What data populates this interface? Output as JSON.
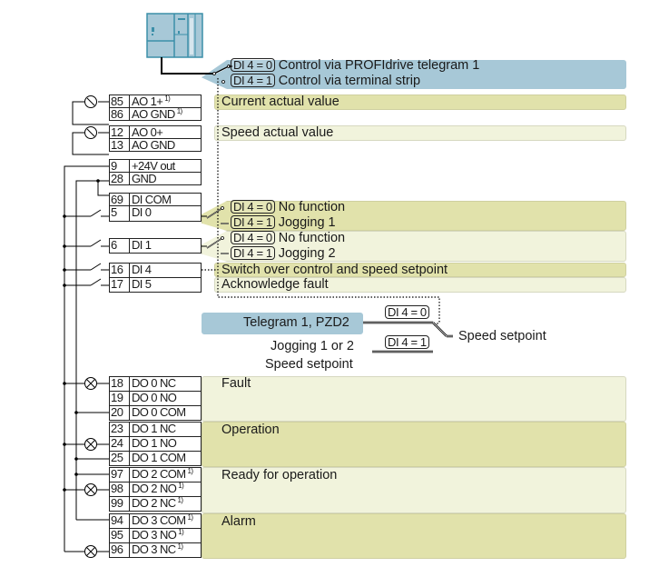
{
  "device": {
    "icon": "drive-controller-icon"
  },
  "control_selector": {
    "options": [
      {
        "condition": "DI 4 = 0",
        "text": "Control via PROFIdrive telegram 1"
      },
      {
        "condition": "DI 4 = 1",
        "text": "Control via terminal strip"
      }
    ]
  },
  "analog_outputs": [
    {
      "terminals": [
        {
          "num": "85",
          "label": "AO 1+",
          "note": "1)"
        },
        {
          "num": "86",
          "label": "AO GND",
          "note": "1)"
        }
      ],
      "function": "Current actual value"
    },
    {
      "terminals": [
        {
          "num": "12",
          "label": "AO 0+",
          "note": ""
        },
        {
          "num": "13",
          "label": "AO GND",
          "note": ""
        }
      ],
      "function": "Speed actual value"
    }
  ],
  "power_terminals": [
    {
      "num": "9",
      "label": "+24V out"
    },
    {
      "num": "28",
      "label": "GND"
    },
    {
      "num": "69",
      "label": "DI COM"
    }
  ],
  "digital_inputs": [
    {
      "num": "5",
      "label": "DI 0",
      "options": [
        {
          "condition": "DI 4 = 0",
          "text": "No function"
        },
        {
          "condition": "DI 4 = 1",
          "text": "Jogging 1"
        }
      ]
    },
    {
      "num": "6",
      "label": "DI 1",
      "options": [
        {
          "condition": "DI 4 = 0",
          "text": "No function"
        },
        {
          "condition": "DI 4 = 1",
          "text": "Jogging 2"
        }
      ]
    },
    {
      "num": "16",
      "label": "DI 4",
      "function": "Switch over control and speed setpoint"
    },
    {
      "num": "17",
      "label": "DI 5",
      "function": "Acknowledge fault"
    }
  ],
  "setpoint_selector": {
    "source_a": "Telegram 1, PZD2",
    "condition_a": "DI 4 = 0",
    "source_b_line1": "Jogging 1 or 2",
    "source_b_line2": "Speed setpoint",
    "condition_b": "DI 4 = 1",
    "output": "Speed setpoint"
  },
  "digital_outputs": [
    {
      "function": "Fault",
      "terminals": [
        {
          "num": "18",
          "label": "DO 0 NC",
          "note": ""
        },
        {
          "num": "19",
          "label": "DO 0 NO",
          "note": ""
        },
        {
          "num": "20",
          "label": "DO 0 COM",
          "note": ""
        }
      ]
    },
    {
      "function": "Operation",
      "terminals": [
        {
          "num": "23",
          "label": "DO 1 NC",
          "note": ""
        },
        {
          "num": "24",
          "label": "DO 1 NO",
          "note": ""
        },
        {
          "num": "25",
          "label": "DO 1 COM",
          "note": ""
        }
      ]
    },
    {
      "function": "Ready for operation",
      "terminals": [
        {
          "num": "97",
          "label": "DO 2 COM",
          "note": "1)"
        },
        {
          "num": "98",
          "label": "DO 2 NO",
          "note": "1)"
        },
        {
          "num": "99",
          "label": "DO 2 NC",
          "note": "1)"
        }
      ]
    },
    {
      "function": "Alarm",
      "terminals": [
        {
          "num": "94",
          "label": "DO 3 COM",
          "note": "1)"
        },
        {
          "num": "95",
          "label": "DO 3 NO",
          "note": "1)"
        },
        {
          "num": "96",
          "label": "DO 3 NC",
          "note": "1)"
        }
      ]
    }
  ],
  "colors": {
    "blue_band": "#a7c8d7",
    "dark_band": "#e1e2ab",
    "light_band": "#f1f3dc",
    "device": "#3b8fa8"
  }
}
